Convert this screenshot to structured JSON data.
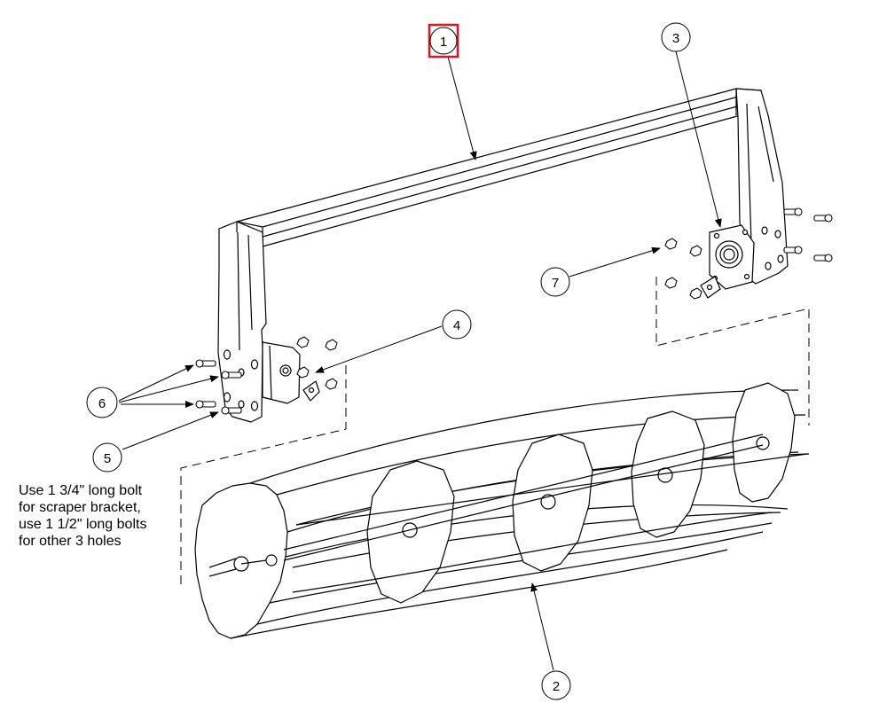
{
  "callouts": [
    {
      "id": "callout-1",
      "label": "1"
    },
    {
      "id": "callout-2",
      "label": "2"
    },
    {
      "id": "callout-3",
      "label": "3"
    },
    {
      "id": "callout-4",
      "label": "4"
    },
    {
      "id": "callout-5",
      "label": "5"
    },
    {
      "id": "callout-6",
      "label": "6"
    },
    {
      "id": "callout-7",
      "label": "7"
    }
  ],
  "note": {
    "lines": [
      "Use 1 3/4\" long bolt",
      "for scraper bracket,",
      "use 1 1/2\" long bolts",
      "for other 3 holes"
    ]
  },
  "colors": {
    "line": "#000000",
    "highlight": "#e0141e",
    "background": "#ffffff"
  }
}
